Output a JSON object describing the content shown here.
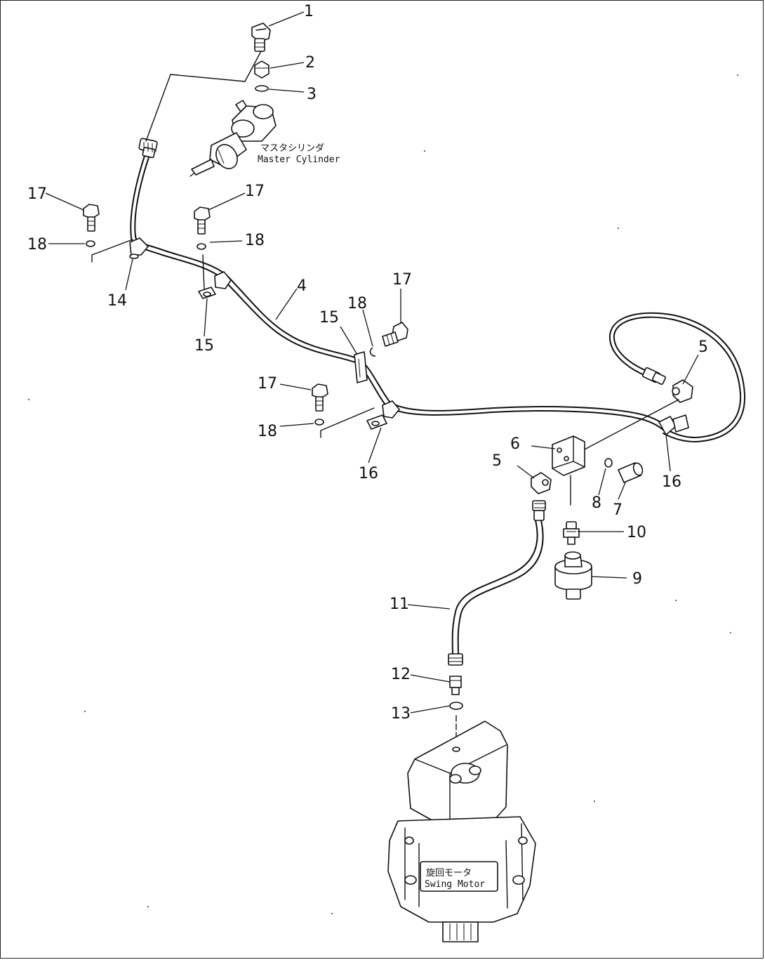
{
  "callouts": [
    {
      "id": "1",
      "text": "1"
    },
    {
      "id": "2",
      "text": "2"
    },
    {
      "id": "3",
      "text": "3"
    },
    {
      "id": "4",
      "text": "4"
    },
    {
      "id": "5a",
      "text": "5"
    },
    {
      "id": "5b",
      "text": "5"
    },
    {
      "id": "6",
      "text": "6"
    },
    {
      "id": "7",
      "text": "7"
    },
    {
      "id": "8",
      "text": "8"
    },
    {
      "id": "9",
      "text": "9"
    },
    {
      "id": "10",
      "text": "10"
    },
    {
      "id": "11",
      "text": "11"
    },
    {
      "id": "12",
      "text": "12"
    },
    {
      "id": "13",
      "text": "13"
    },
    {
      "id": "14",
      "text": "14"
    },
    {
      "id": "15a",
      "text": "15"
    },
    {
      "id": "15b",
      "text": "15"
    },
    {
      "id": "16a",
      "text": "16"
    },
    {
      "id": "16b",
      "text": "16"
    },
    {
      "id": "17a",
      "text": "17"
    },
    {
      "id": "17b",
      "text": "17"
    },
    {
      "id": "17c",
      "text": "17"
    },
    {
      "id": "17d",
      "text": "17"
    },
    {
      "id": "18a",
      "text": "18"
    },
    {
      "id": "18b",
      "text": "18"
    },
    {
      "id": "18c",
      "text": "18"
    },
    {
      "id": "18d",
      "text": "18"
    }
  ],
  "labels": {
    "master_cylinder_jp": "マスタシリンダ",
    "master_cylinder_en": "Master Cylinder",
    "swing_motor_jp": "旋回モータ",
    "swing_motor_en": "Swing Motor"
  }
}
